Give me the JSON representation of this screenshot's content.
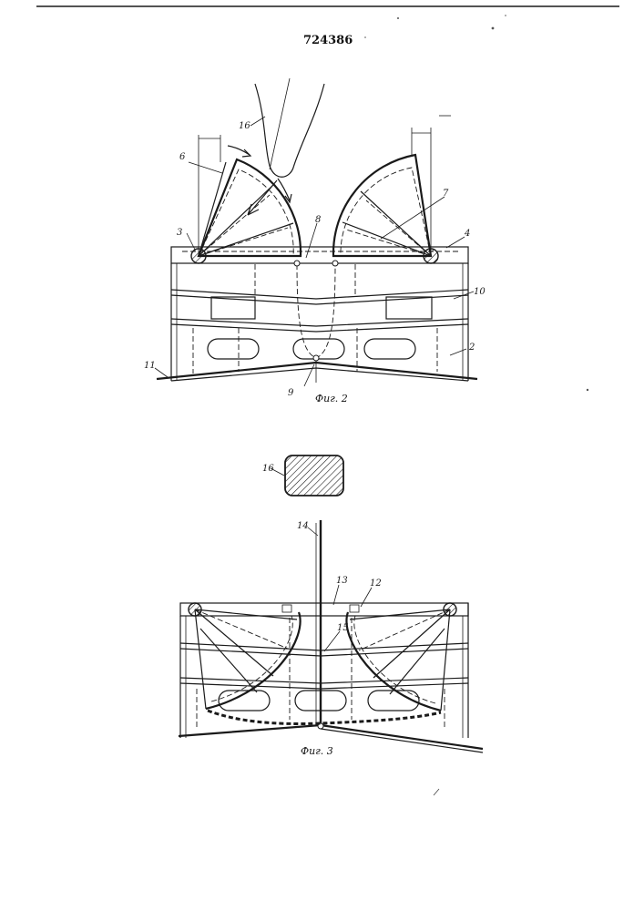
{
  "document": {
    "patent_number": "724386",
    "figures": [
      {
        "caption": "Фиг. 2",
        "labels": [
          "16",
          "6",
          "3",
          "8",
          "7",
          "4",
          "10",
          "2",
          "11",
          "9"
        ]
      },
      {
        "caption": "Фиг. 3",
        "labels": [
          "16",
          "14",
          "13",
          "12",
          "15"
        ]
      }
    ]
  }
}
